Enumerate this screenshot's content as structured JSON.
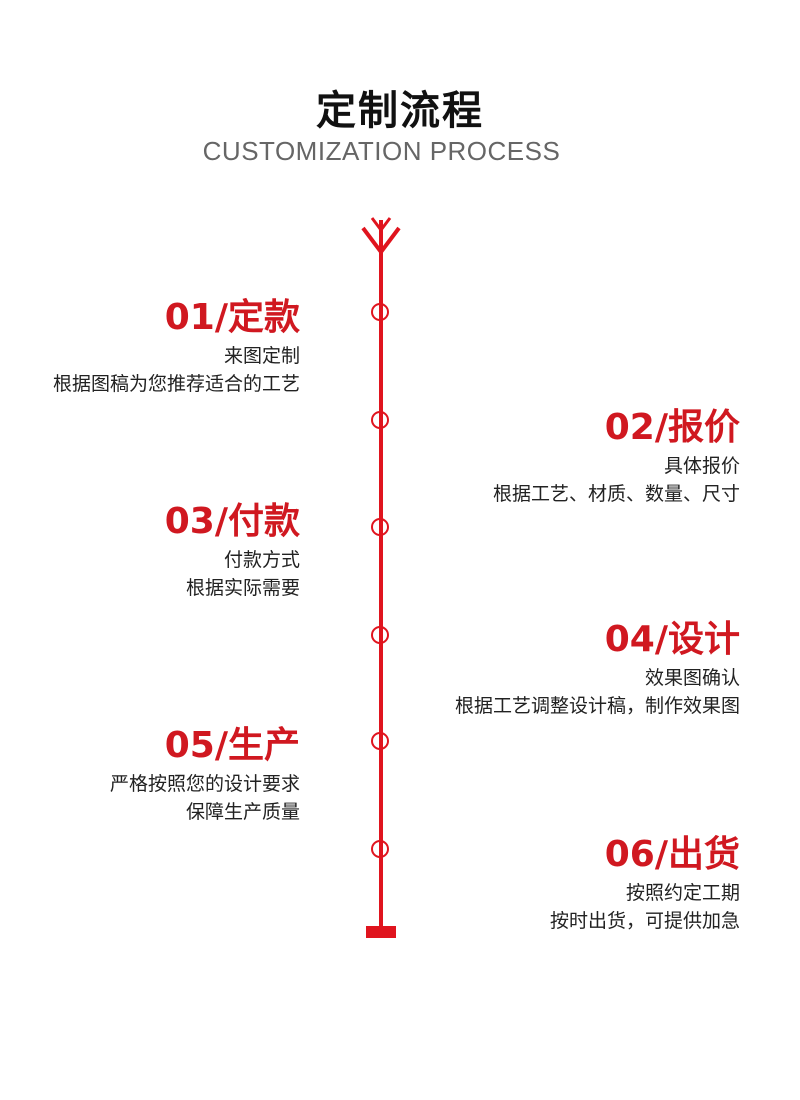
{
  "header": {
    "title": "定制流程",
    "subtitle": "CUSTOMIZATION PROCESS"
  },
  "accent_color": "#e0141e",
  "steps": [
    {
      "title": "01/定款",
      "line1": "来图定制",
      "line2": "根据图稿为您推荐适合的工艺"
    },
    {
      "title": "02/报价",
      "line1": "具体报价",
      "line2": "根据工艺、材质、数量、尺寸"
    },
    {
      "title": "03/付款",
      "line1": "付款方式",
      "line2": "根据实际需要"
    },
    {
      "title": "04/设计",
      "line1": "效果图确认",
      "line2": "根据工艺调整设计稿，制作效果图"
    },
    {
      "title": "05/生产",
      "line1": "严格按照您的设计要求",
      "line2": "保障生产质量"
    },
    {
      "title": "06/出货",
      "line1": "按照约定工期",
      "line2": "按时出货，可提供加急"
    }
  ]
}
